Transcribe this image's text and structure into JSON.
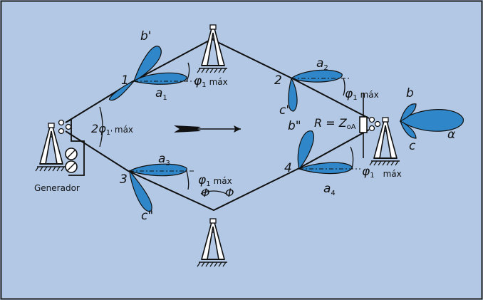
{
  "labels": {
    "node1": "1",
    "node2": "2",
    "node3": "3",
    "node4": "4",
    "b_prime": "b'",
    "a1": "a",
    "a1_sub": "1",
    "phi1_max_top": "φ",
    "phi1_max_top_sub": "1",
    "phi1_max_top_max": "máx",
    "a2": "a",
    "a2_sub": "2",
    "c_prime": "c'",
    "phi1_max_right": "φ",
    "phi1_max_right_sub": "1",
    "phi1_max_right_max": "máx",
    "two_phi": "2",
    "two_phi_sym": "φ",
    "two_phi_sub": "1'",
    "two_phi_max": "máx",
    "resistor": "R = Z",
    "resistor_sub": "oA",
    "b": "b",
    "c": "c",
    "alpha": "α",
    "b_dprime": "b\"",
    "a3": "a",
    "a3_sub": "3",
    "phi1_max_left": "φ",
    "phi1_max_left_sub": "1",
    "phi1_max_left_max": "máx",
    "c_dprime": "c\"",
    "a4": "a",
    "a4_sub": "4",
    "phi1_max_br": "φ",
    "phi1_max_br_sub": "1",
    "phi1_max_br_max": "máx",
    "big_phi_left": "Φ",
    "big_phi_right": "Φ",
    "generator": "Generador"
  },
  "colors": {
    "background": "#b2c8e5",
    "lobe": "#2f86c9",
    "ink": "#111111"
  }
}
